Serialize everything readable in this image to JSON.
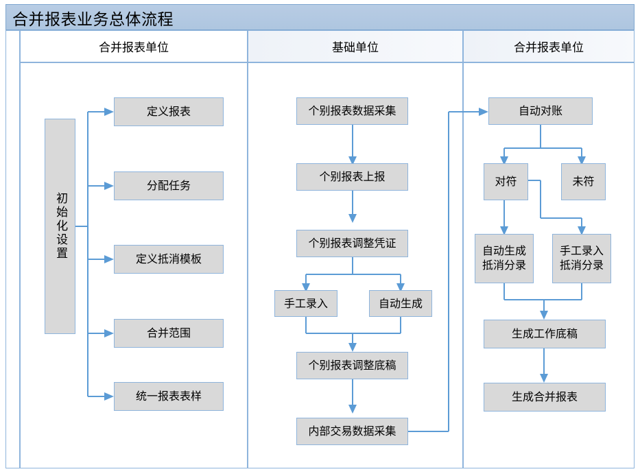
{
  "diagram": {
    "title": "合并报表业务总体流程",
    "type": "swimlane-flowchart",
    "accent_color": "#5b9bd5",
    "node_fill": "#d9d9d9",
    "node_border": "#8eb4dc",
    "title_bar_color": "#b8cce4"
  },
  "lanes": [
    {
      "id": "lane-left",
      "label": "合并报表单位"
    },
    {
      "id": "lane-middle",
      "label": "基础单位"
    },
    {
      "id": "lane-right",
      "label": "合并报表单位"
    }
  ],
  "nodes": {
    "init_setup": "初始化设置",
    "define_report": "定义报表",
    "assign_task": "分配任务",
    "define_offset_template": "定义抵消模板",
    "merge_scope": "合并范围",
    "unify_report_form": "统一报表表样",
    "collect_individual_data": "个别报表数据采集",
    "submit_individual_report": "个别报表上报",
    "individual_adjust_voucher": "个别报表调整凭证",
    "manual_entry": "手工录入",
    "auto_generate": "自动生成",
    "individual_adjust_draft": "个别报表调整底稿",
    "internal_txn_collect": "内部交易数据采集",
    "auto_reconcile": "自动对账",
    "matched": "对符",
    "unmatched": "未符",
    "auto_gen_offset_entry_line1": "自动生成",
    "auto_gen_offset_entry_line2": "抵消分录",
    "manual_offset_entry_line1": "手工录入",
    "manual_offset_entry_line2": "抵消分录",
    "generate_worksheet": "生成工作底稿",
    "generate_merged_report": "生成合并报表"
  }
}
